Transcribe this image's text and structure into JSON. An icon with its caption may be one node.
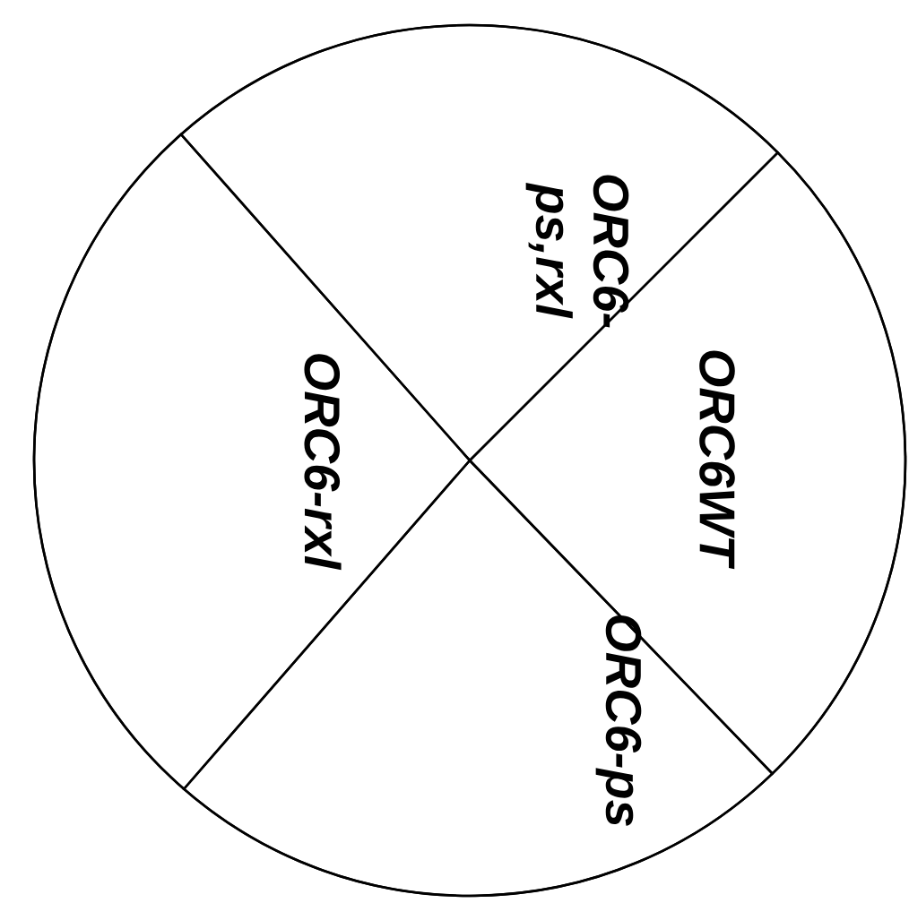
{
  "diagram": {
    "nodes": [
      {
        "text": [],
        "shape": "circle"
      },
      {
        "text": [
          "ORC6-ps,rxl"
        ],
        "in": 0
      },
      {
        "text": [
          "ORC6WT"
        ],
        "in": 0
      },
      {
        "text": [
          "ORC6-ps"
        ],
        "in": 0
      },
      {
        "text": [
          "ORC6-rxl"
        ],
        "in": 0
      }
    ]
  }
}
